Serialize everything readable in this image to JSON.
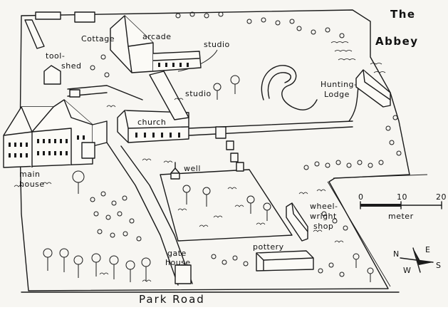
{
  "title_line1": "The",
  "title_line2": "Abbey",
  "labels": {
    "cottage": "Cottage",
    "arcade": "arcade",
    "studio_top": "studio",
    "studio_mid": "studio",
    "tool": "tool-",
    "shed": "shed",
    "church": "church",
    "hunting": "Hunting-",
    "lodge": "Lodge",
    "well": "well",
    "main": "main",
    "house": "house",
    "wheel": "wheel-",
    "wright": "wright",
    "shop": "shop",
    "pottery": "pottery",
    "gate": "gate",
    "gatehouse": "house",
    "road": "Park Road"
  },
  "scale": {
    "tick_0": "0",
    "tick_10": "10",
    "tick_20": "20",
    "unit": "meter"
  },
  "compass": {
    "n": "N",
    "e": "E",
    "s": "S",
    "w": "W"
  }
}
